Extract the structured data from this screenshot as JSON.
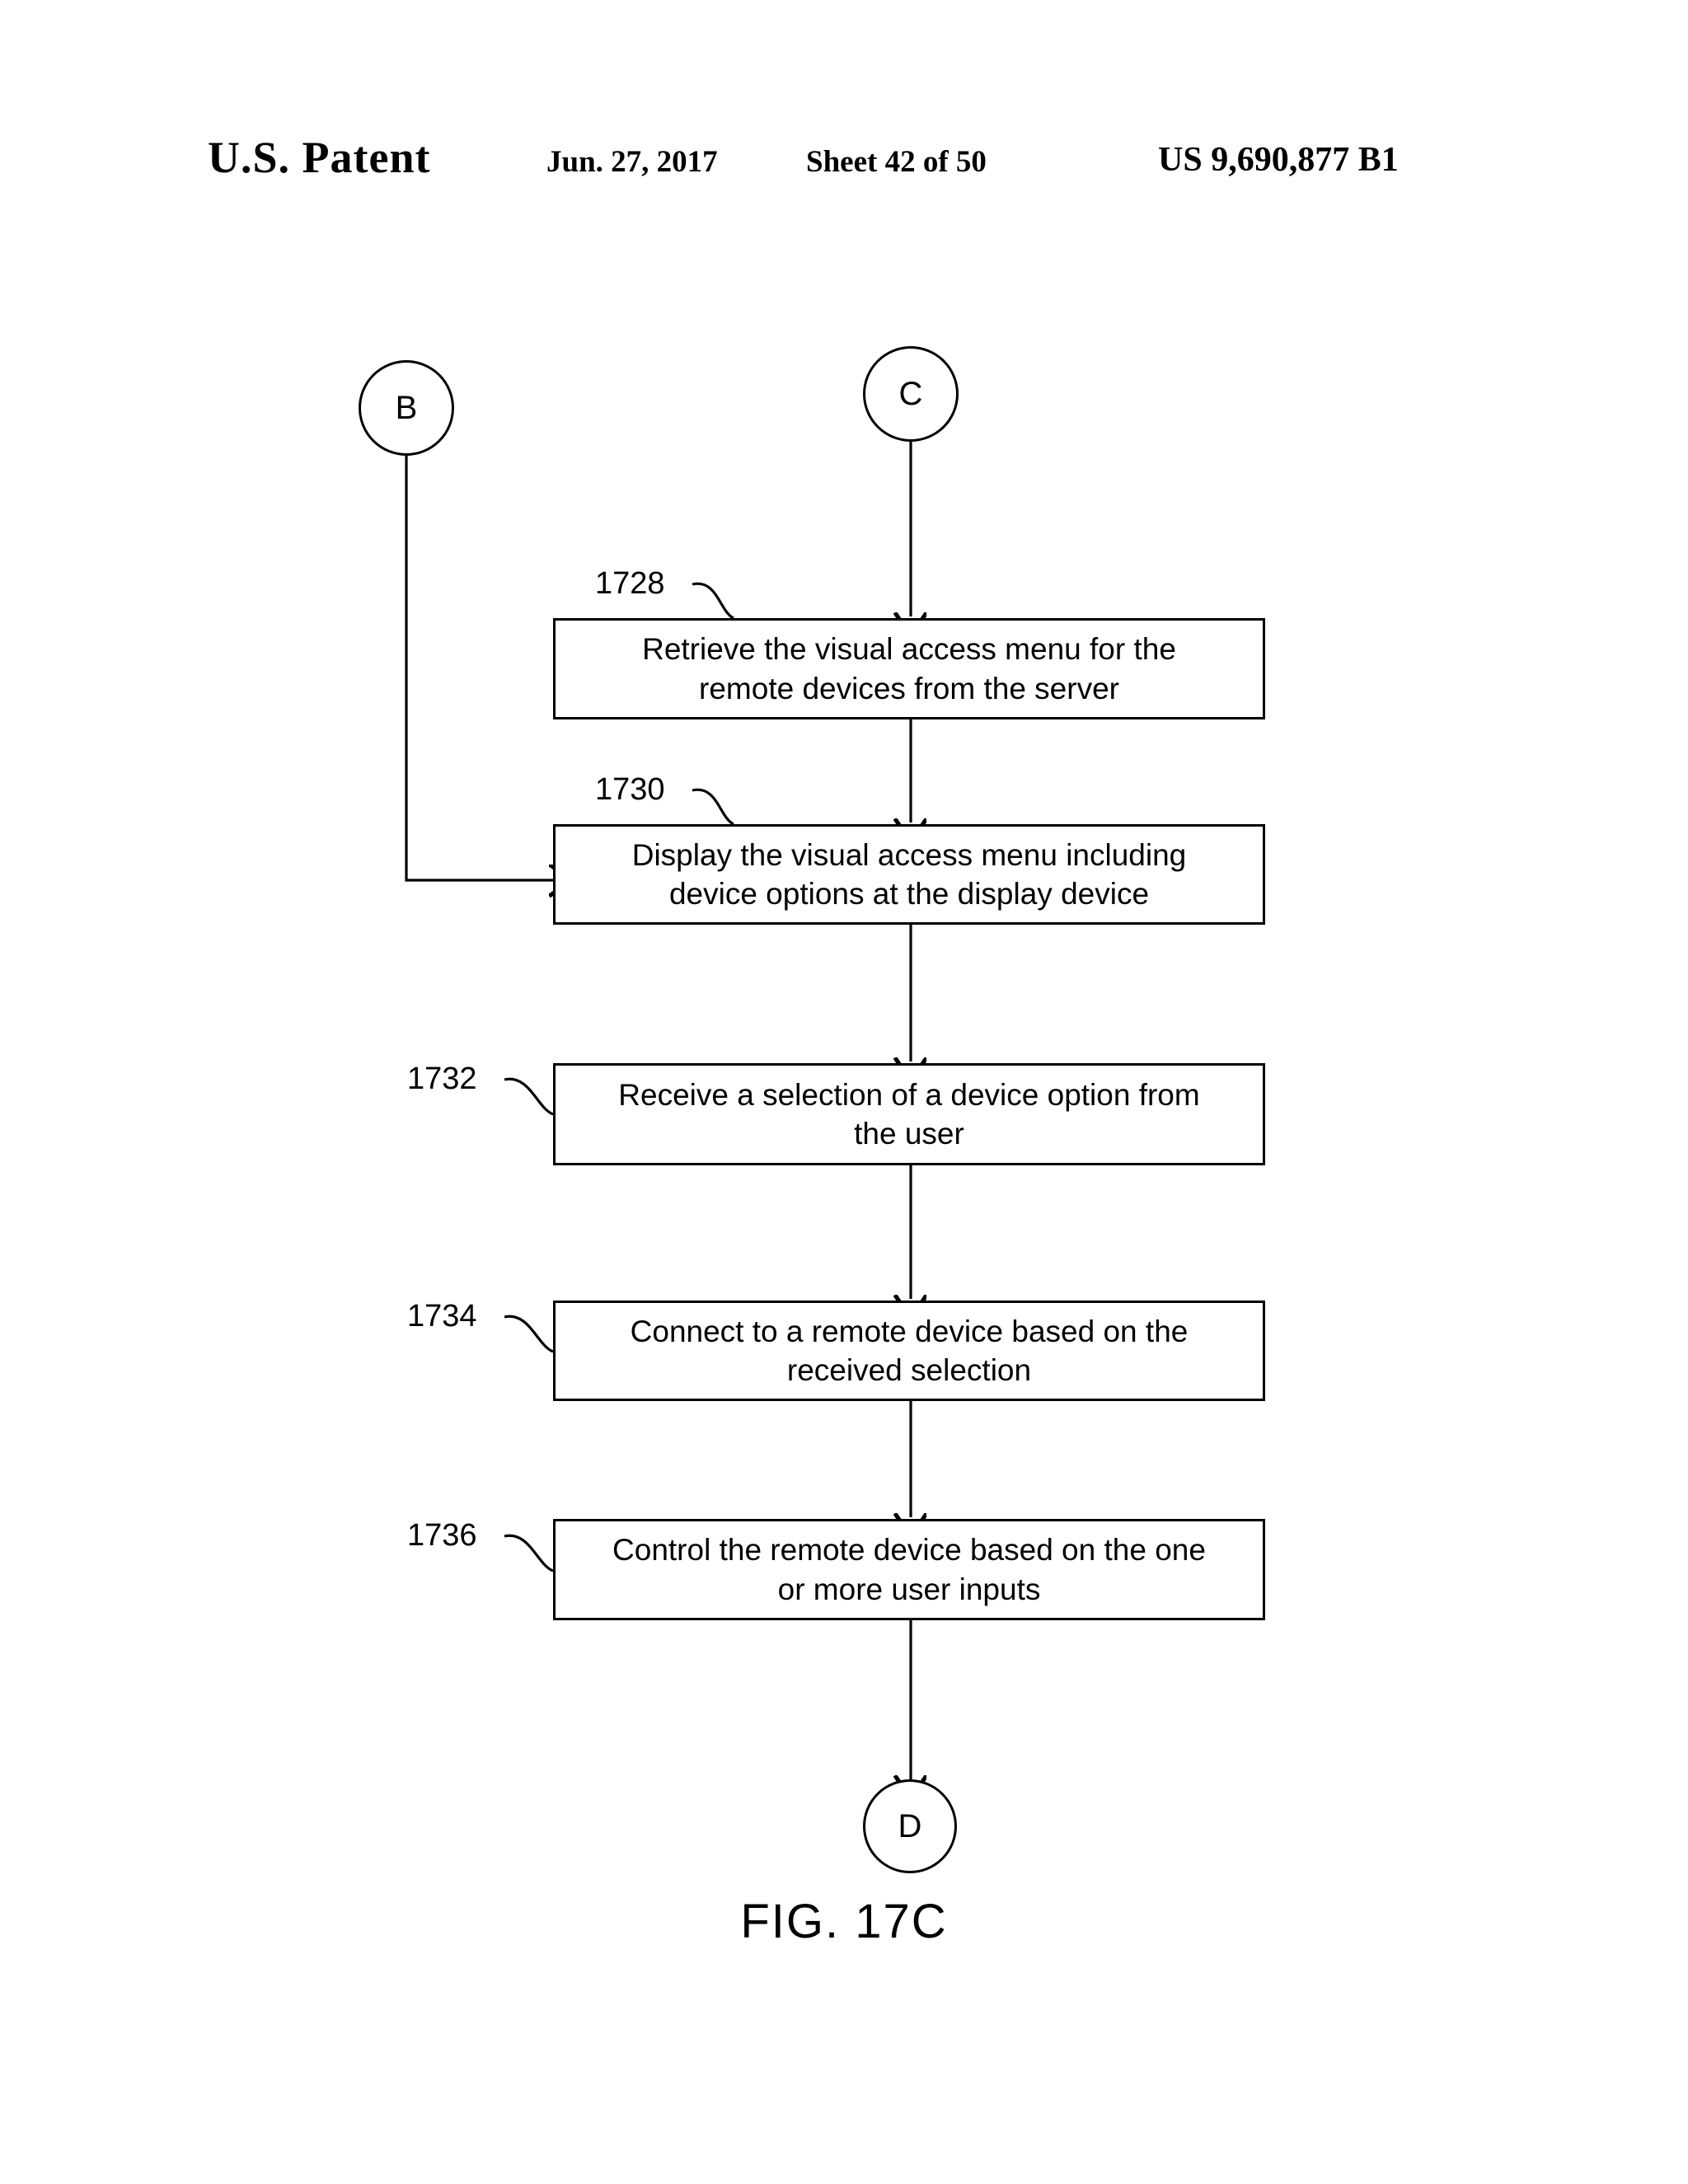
{
  "header": {
    "office": "U.S. Patent",
    "date": "Jun. 27, 2017",
    "sheet": "Sheet 42 of 50",
    "patent_number": "US 9,690,877 B1"
  },
  "figure": {
    "caption": "FIG. 17C",
    "line_color": "#000000",
    "background_color": "#ffffff"
  },
  "connectors": {
    "b": {
      "label": "B"
    },
    "c": {
      "label": "C"
    },
    "d": {
      "label": "D"
    }
  },
  "steps": [
    {
      "ref": "1728",
      "line1": "Retrieve the visual access menu for the",
      "line2": "remote devices from the server"
    },
    {
      "ref": "1730",
      "line1": "Display the visual access menu including",
      "line2": "device options at the display device"
    },
    {
      "ref": "1732",
      "line1": "Receive a selection of a device option from",
      "line2": "the user"
    },
    {
      "ref": "1734",
      "line1": "Connect to a remote device based on the",
      "line2": "received selection"
    },
    {
      "ref": "1736",
      "line1": "Control the remote device based on the one",
      "line2": "or more user inputs"
    }
  ]
}
